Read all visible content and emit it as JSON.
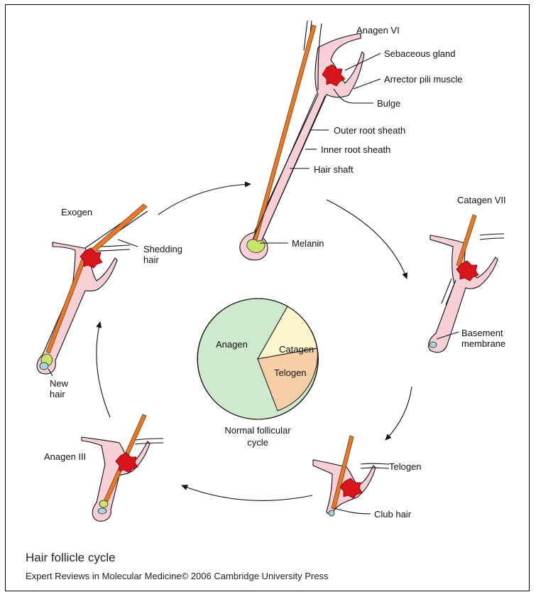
{
  "figure": {
    "stages": {
      "anagen_vi": "Anagen VI",
      "catagen_vii": "Catagen VII",
      "telogen": "Telogen",
      "anagen_iii": "Anagen III",
      "exogen": "Exogen"
    },
    "parts": {
      "sebaceous_gland": "Sebaceous gland",
      "arrector_pili_muscle": "Arrector pili muscle",
      "bulge": "Bulge",
      "outer_root_sheath": "Outer root sheath",
      "inner_root_sheath": "Inner root sheath",
      "hair_shaft": "Hair shaft",
      "melanin": "Melanin",
      "basement_membrane_1": "Basement",
      "basement_membrane_2": "membrane",
      "club_hair": "Club hair",
      "new_hair_1": "New",
      "new_hair_2": "hair",
      "shedding_hair_1": "Shedding",
      "shedding_hair_2": "hair"
    },
    "pie": {
      "slices": [
        {
          "label": "Anagen",
          "color": "#cfe9cc"
        },
        {
          "label": "Catagen",
          "color": "#fbf6cc"
        },
        {
          "label": "Telogen",
          "color": "#f7cfa6"
        }
      ],
      "caption_1": "Normal follicular",
      "caption_2": "cycle"
    },
    "colors": {
      "sheath": "#f7cfd5",
      "hair": "#e8782a",
      "gland": "#d8141c",
      "melanin": "#c8e66a",
      "papilla": "#a7d3de"
    }
  },
  "caption": {
    "title": "Hair follicle cycle",
    "source": "Expert Reviews in Molecular Medicine© 2006 Cambridge University Press"
  }
}
